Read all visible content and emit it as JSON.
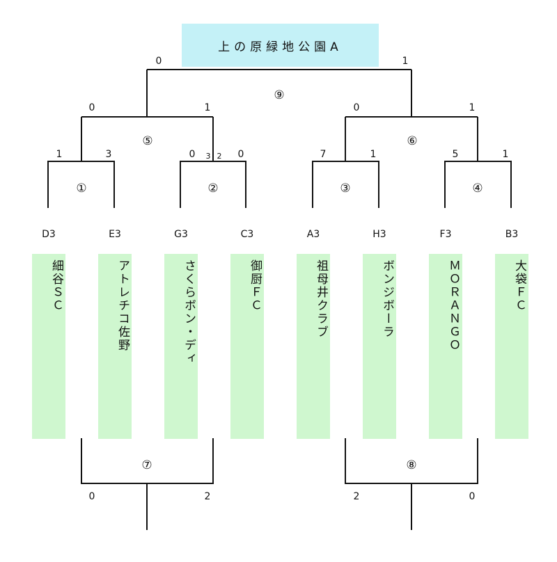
{
  "venue": "上の原緑地公園A",
  "teams": [
    {
      "code": "D3",
      "name": "細谷ＳＣ"
    },
    {
      "code": "E3",
      "name": "アトレチコ佐野"
    },
    {
      "code": "G3",
      "name": "さくらボン・ディ"
    },
    {
      "code": "C3",
      "name": "御厨ＦＣ"
    },
    {
      "code": "A3",
      "name": "祖母井クラブ"
    },
    {
      "code": "H3",
      "name": "ボンジボーラ"
    },
    {
      "code": "F3",
      "name": "ＭＯＲＡＮＧＯ"
    },
    {
      "code": "B3",
      "name": "大袋ＦＣ"
    }
  ],
  "matches": {
    "m1": {
      "label": "①",
      "score_left": "1",
      "score_right": "3"
    },
    "m2": {
      "label": "②",
      "score_left": "0",
      "score_right": "0",
      "pk_left": "3",
      "pk_right": "2"
    },
    "m3": {
      "label": "③",
      "score_left": "7",
      "score_right": "1"
    },
    "m4": {
      "label": "④",
      "score_left": "5",
      "score_right": "1"
    },
    "m5": {
      "label": "⑤",
      "score_left": "0",
      "score_right": "1"
    },
    "m6": {
      "label": "⑥",
      "score_left": "0",
      "score_right": "1"
    },
    "m7": {
      "label": "⑦",
      "score_left": "0",
      "score_right": "2"
    },
    "m8": {
      "label": "⑧",
      "score_left": "2",
      "score_right": "0"
    },
    "m9": {
      "label": "⑨",
      "score_left": "0",
      "score_right": "1"
    }
  }
}
